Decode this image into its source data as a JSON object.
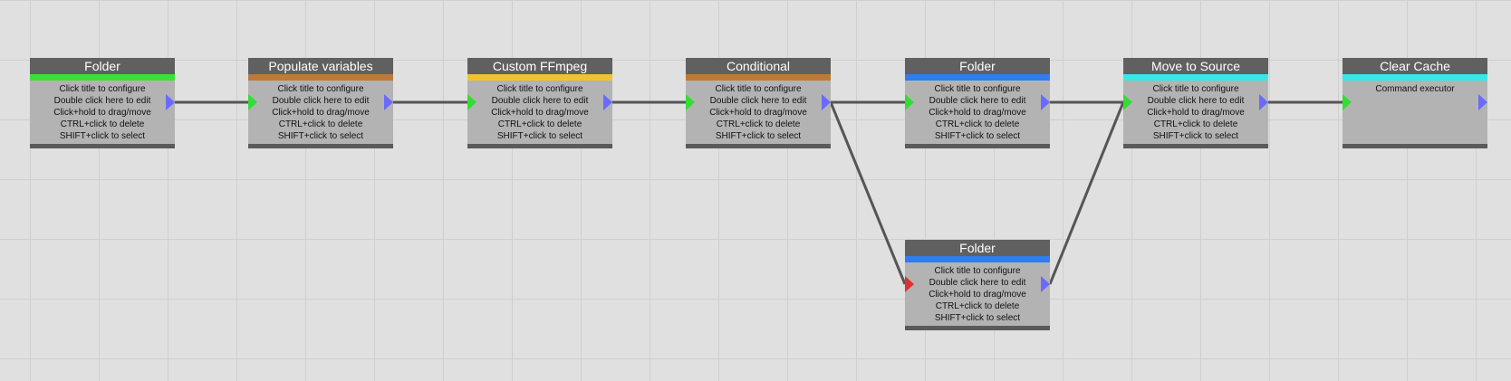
{
  "help_lines": [
    "Click title to configure",
    "Double click here to edit",
    "Click+hold to drag/move",
    "CTRL+click to delete",
    "SHIFT+click to select"
  ],
  "colors": {
    "green": "#3ae03a",
    "orange": "#c0793a",
    "yellow": "#f2c12e",
    "blue": "#2f7df0",
    "cyan": "#36e8ec"
  },
  "nodes": [
    {
      "id": "folder-1",
      "title": "Folder",
      "bar": "green",
      "description": ""
    },
    {
      "id": "populate-variables",
      "title": "Populate variables",
      "bar": "orange",
      "description": ""
    },
    {
      "id": "custom-ffmpeg",
      "title": "Custom FFmpeg",
      "bar": "yellow",
      "description": ""
    },
    {
      "id": "conditional",
      "title": "Conditional",
      "bar": "orange",
      "description": ""
    },
    {
      "id": "folder-2",
      "title": "Folder",
      "bar": "blue",
      "description": ""
    },
    {
      "id": "move-to-source",
      "title": "Move to Source",
      "bar": "cyan",
      "description": ""
    },
    {
      "id": "clear-cache",
      "title": "Clear Cache",
      "bar": "cyan",
      "description": "Command executor"
    },
    {
      "id": "folder-3",
      "title": "Folder",
      "bar": "blue",
      "description": ""
    }
  ],
  "connections": [
    {
      "from": "folder-1",
      "to": "populate-variables"
    },
    {
      "from": "populate-variables",
      "to": "custom-ffmpeg"
    },
    {
      "from": "custom-ffmpeg",
      "to": "conditional"
    },
    {
      "from": "conditional",
      "to": "folder-2"
    },
    {
      "from": "conditional",
      "to": "folder-3"
    },
    {
      "from": "folder-2",
      "to": "move-to-source"
    },
    {
      "from": "folder-3",
      "to": "move-to-source"
    },
    {
      "from": "move-to-source",
      "to": "clear-cache"
    }
  ]
}
